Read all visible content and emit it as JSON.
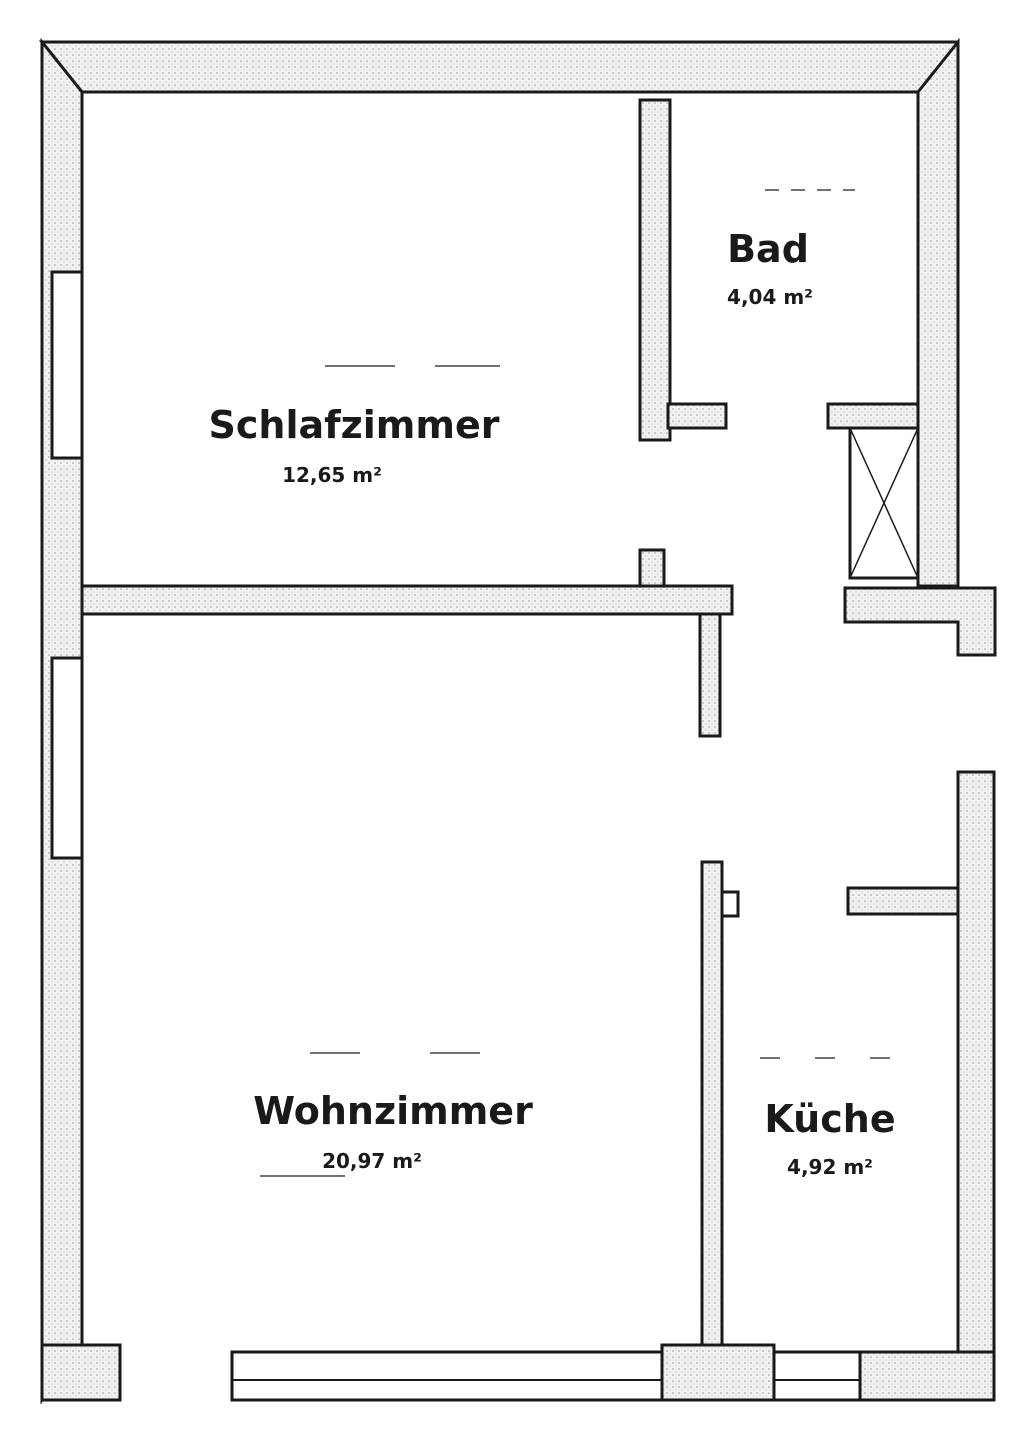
{
  "rooms": [
    {
      "id": "schlafzimmer",
      "name": "Schlafzimmer",
      "area": "12,65 m²"
    },
    {
      "id": "bad",
      "name": "Bad",
      "area": "4,04 m²"
    },
    {
      "id": "wohnzimmer",
      "name": "Wohnzimmer",
      "area": "20,97 m²"
    },
    {
      "id": "kueche",
      "name": "Küche",
      "area": "4,92 m²"
    }
  ],
  "colors": {
    "wall": "#f2f2f2",
    "line": "#1a1a1a",
    "background": "#ffffff"
  }
}
